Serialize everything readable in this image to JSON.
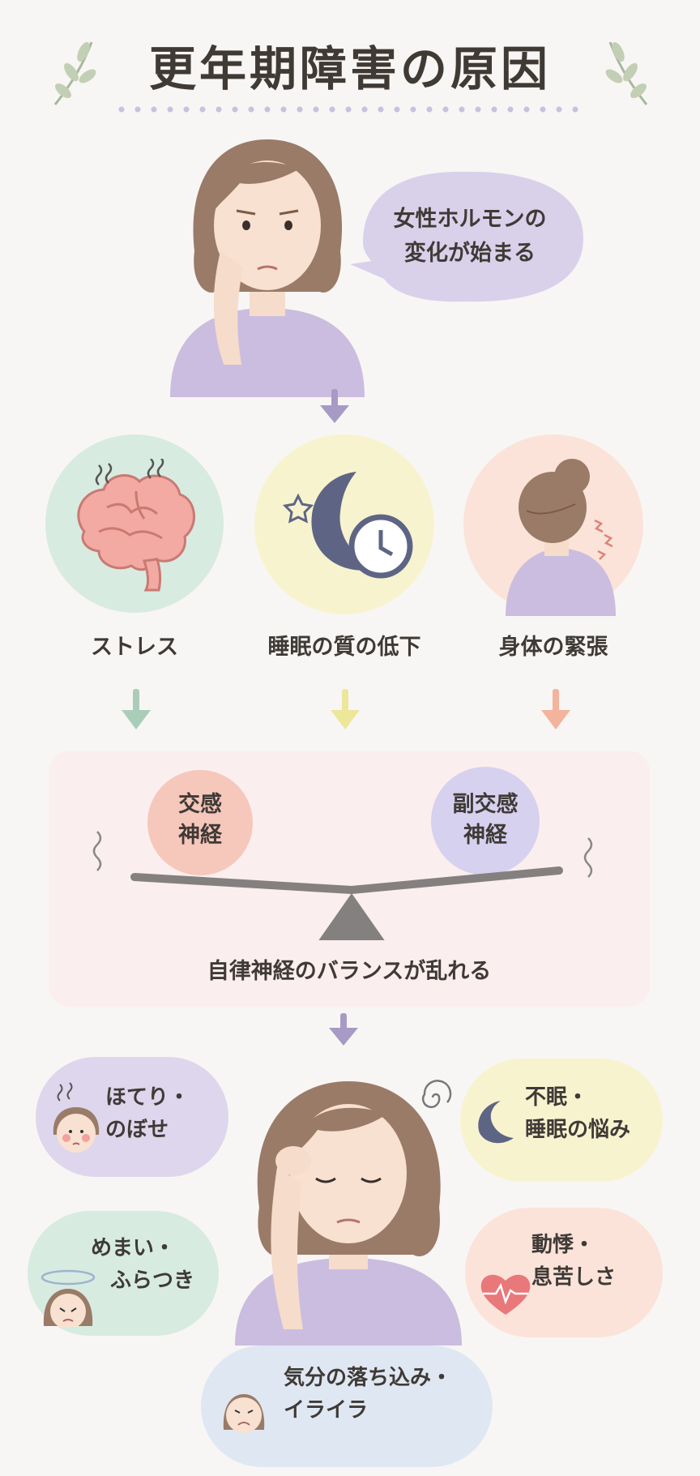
{
  "title": "更年期障害の原因",
  "top": {
    "speech": [
      "女性ホルモンの",
      "変化が始まる"
    ]
  },
  "causes": [
    {
      "label": "ストレス",
      "color": "#a9cdb8"
    },
    {
      "label": "睡眠の質の低下",
      "color": "#ece79a"
    },
    {
      "label": "身体の緊張",
      "color": "#f3b39d"
    }
  ],
  "balance": {
    "left_node": [
      "交感",
      "神経"
    ],
    "right_node": [
      "副交感",
      "神経"
    ],
    "caption": "自律神経のバランスが乱れる"
  },
  "symptoms": [
    {
      "lines": [
        "ほてり・",
        "のぼせ"
      ]
    },
    {
      "lines": [
        "不眠・",
        "睡眠の悩み"
      ]
    },
    {
      "lines": [
        "めまい・",
        "ふらつき"
      ]
    },
    {
      "lines": [
        "動悸・",
        "息苦しさ"
      ]
    },
    {
      "lines": [
        "気分の落ち込み・",
        "イライラ"
      ]
    }
  ],
  "colors": {
    "lavender": "#d9d1ea",
    "mint": "#d7ebe1",
    "yellow": "#f8f3cf",
    "peach": "#fbe3d9",
    "arrow_purple": "#a89ac6"
  }
}
